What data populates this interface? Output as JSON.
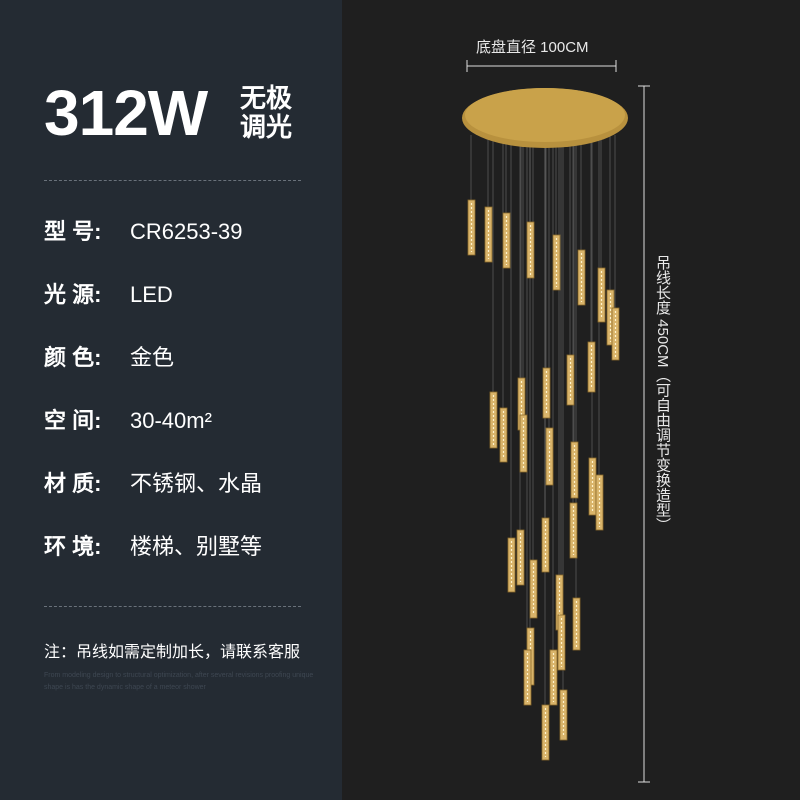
{
  "headline": {
    "power": "312W",
    "dimming_line1": "无极",
    "dimming_line2": "调光"
  },
  "specs": [
    {
      "label": "型  号:",
      "value": "CR6253-39"
    },
    {
      "label": "光  源:",
      "value": "LED"
    },
    {
      "label": "颜  色:",
      "value": "金色"
    },
    {
      "label": "空  间:",
      "value": "30-40m²"
    },
    {
      "label": "材  质:",
      "value": "不锈钢、水晶"
    },
    {
      "label": "环  境:",
      "value": "楼梯、别墅等"
    }
  ],
  "note": "注：吊线如需定制加长，请联系客服",
  "fine_print": "From modeling design to structural optimization, after several revisions proofing unique shape is has the dynamic shape of a meteor shower",
  "dimensions": {
    "base_diameter": "底盘直径 100CM",
    "wire_length": "吊线长度 450CM（可自由调节变换造型）"
  },
  "colors": {
    "left_bg": "#242b33",
    "right_bg": "#1f1f1f",
    "gold": "#c9a24a"
  }
}
